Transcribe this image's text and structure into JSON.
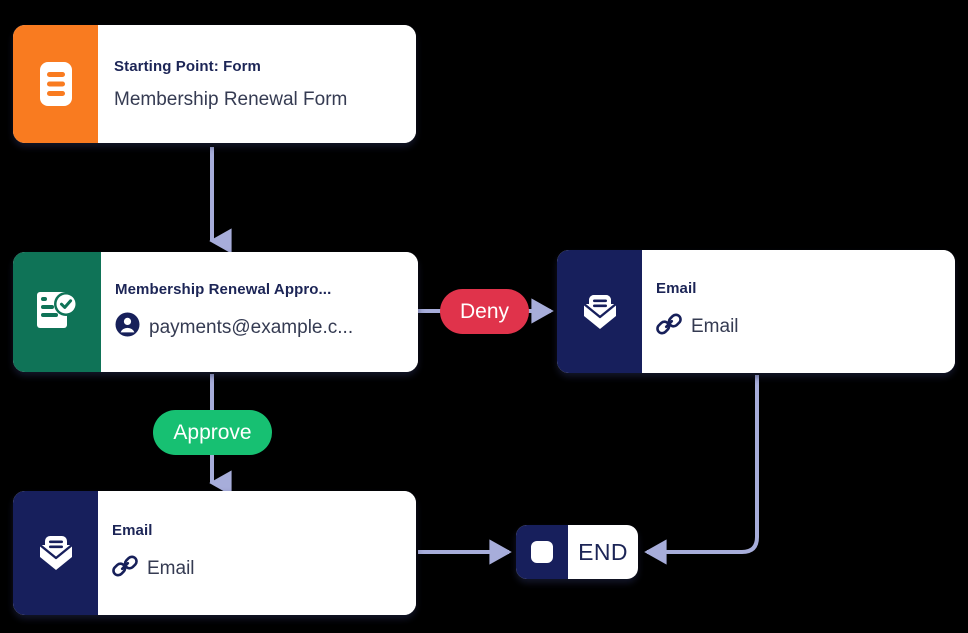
{
  "diagram": {
    "type": "workflow-flowchart",
    "background_color": "#000000",
    "connector_color": "#a7adda",
    "nodes": [
      {
        "id": "start",
        "title": "Starting Point: Form",
        "subtitle": "Membership Renewal Form",
        "icon": "form-document-icon",
        "accent_color": "#f97b20",
        "sub_icon": ""
      },
      {
        "id": "approval",
        "title": "Membership Renewal Appro...",
        "subtitle": "payments@example.c...",
        "icon": "approval-check-document-icon",
        "accent_color": "#0f7357",
        "sub_icon": "person-icon"
      },
      {
        "id": "email-right",
        "title": "Email",
        "subtitle": "Email",
        "icon": "envelope-icon",
        "accent_color": "#171f5c",
        "sub_icon": "link-icon"
      },
      {
        "id": "email-bottom",
        "title": "Email",
        "subtitle": "Email",
        "icon": "envelope-icon",
        "accent_color": "#171f5c",
        "sub_icon": "link-icon"
      }
    ],
    "end_node": {
      "label": "END",
      "icon": "stop-square-icon",
      "accent_color": "#171f5c"
    },
    "branch_labels": [
      {
        "id": "deny",
        "label": "Deny",
        "color": "#e0334b"
      },
      {
        "id": "approve",
        "label": "Approve",
        "color": "#17c072"
      }
    ]
  }
}
